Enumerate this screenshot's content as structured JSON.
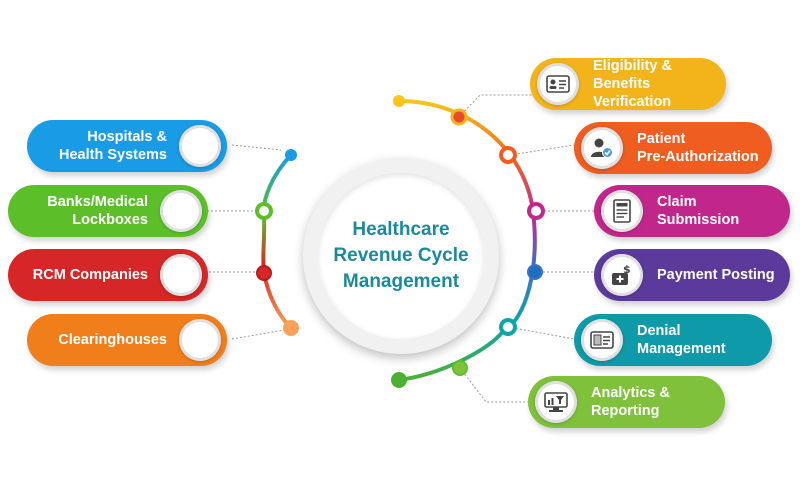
{
  "center": {
    "title": "Healthcare\nRevenue Cycle\nManagement"
  },
  "left_items": [
    {
      "label": "Hospitals &\nHealth Systems",
      "color": "#1a9be6"
    },
    {
      "label": "Banks/Medical\nLockboxes",
      "color": "#5cbf2a"
    },
    {
      "label": "RCM Companies",
      "color": "#d62628"
    },
    {
      "label": "Clearinghouses",
      "color": "#f07e1a"
    }
  ],
  "right_items": [
    {
      "label": "Eligibility &\nBenefits Verification",
      "color": "#f2b31b",
      "icon": "id-card-icon"
    },
    {
      "label": "Patient\nPre-Authorization",
      "color": "#ef5d20",
      "icon": "user-check-icon"
    },
    {
      "label": "Claim Submission",
      "color": "#c1268b",
      "icon": "document-icon"
    },
    {
      "label": "Payment Posting",
      "color": "#5b3a9b",
      "icon": "money-wallet-icon"
    },
    {
      "label": "Denial\nManagement",
      "color": "#0e9aa8",
      "icon": "denial-form-icon"
    },
    {
      "label": "Analytics &\nReporting",
      "color": "#7fc13a",
      "icon": "analytics-monitor-icon"
    }
  ]
}
